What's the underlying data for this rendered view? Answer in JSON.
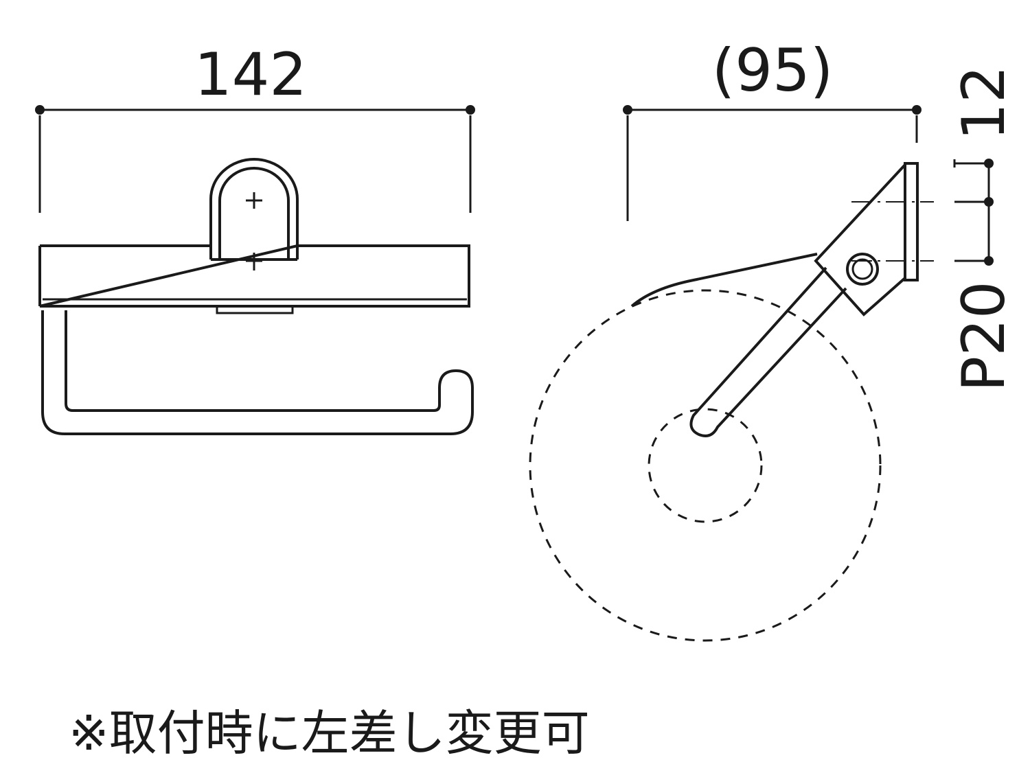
{
  "front_view": {
    "width_dimension": "142"
  },
  "side_view": {
    "depth_dimension": "(95)",
    "pitch_dimension": "P20",
    "top_offset_dimension": "12"
  },
  "note": "※取付時に左差し変更可",
  "colors": {
    "line": "#1a1a1a",
    "background": "#ffffff"
  }
}
